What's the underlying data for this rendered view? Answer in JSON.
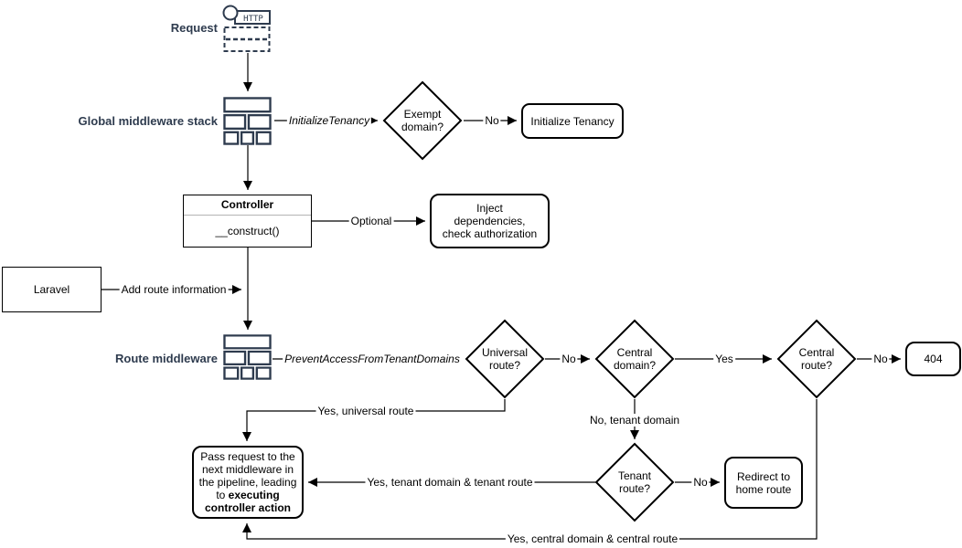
{
  "colors": {
    "canvas_background": "#ffffff",
    "icon_stroke": "#2e3b4e",
    "stage_label_text": "#2e3b4e",
    "shape_stroke": "#000000",
    "shape_fill": "#ffffff",
    "text": "#000000"
  },
  "icon_labels": {
    "request_icon": "http-request-icon",
    "global_stack_icon": "middleware-stack-icon",
    "route_stack_icon": "middleware-stack-icon"
  },
  "nodes": {
    "request_label": "Request",
    "http_badge": "HTTP",
    "global_stack_label": "Global middleware stack",
    "exempt_domain": "Exempt domain?",
    "initialize_tenancy": "Initialize Tenancy",
    "controller_title": "Controller",
    "controller_method": "__construct()",
    "inject_dependencies": "Inject dependencies, check authorization",
    "laravel": "Laravel",
    "route_middleware_label": "Route middleware",
    "universal_route": "Universal route?",
    "central_domain": "Central domain?",
    "central_route": "Central route?",
    "not_found": "404",
    "tenant_route": "Tenant route?",
    "redirect_home": "Redirect to home route",
    "pass_request_text": "Pass request to the next middleware in the pipeline, leading to ",
    "pass_request_emphasis": "executing controller action"
  },
  "edges": {
    "initialize_tenancy_mw": "InitializeTenancy",
    "exempt_no": "No",
    "optional": "Optional",
    "add_route_information": "Add route information",
    "prevent_access_mw": "PreventAccessFromTenantDomains",
    "universal_no": "No",
    "central_domain_yes": "Yes",
    "central_route_no": "No",
    "universal_yes": "Yes, universal route",
    "central_domain_no": "No, tenant domain",
    "tenant_route_no": "No",
    "tenant_route_yes": "Yes, tenant domain & tenant route",
    "central_route_yes": "Yes, central domain & central route"
  }
}
